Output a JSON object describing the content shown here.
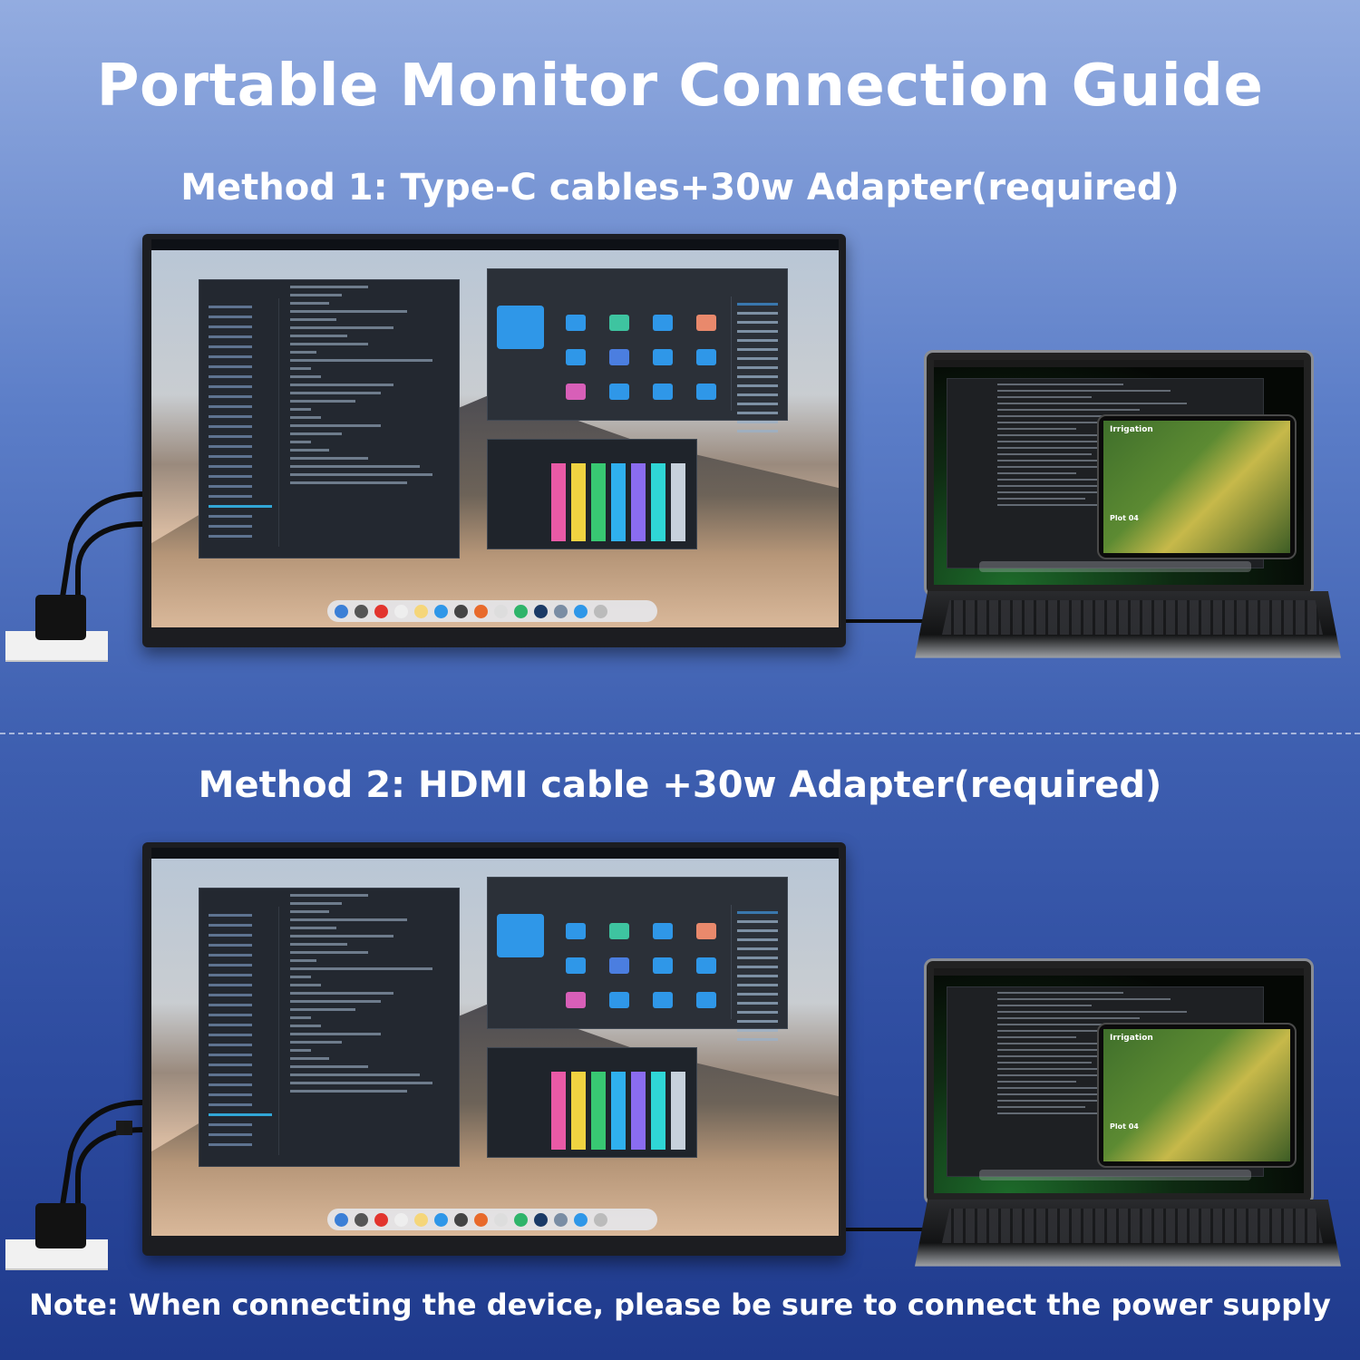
{
  "title": "Portable Monitor Connection Guide",
  "methods": [
    {
      "label": "Method 1: Type-C cables+30w Adapter(required)"
    },
    {
      "label": "Method 2: HDMI cable +30w Adapter(required)"
    }
  ],
  "note": "Note: When connecting the device, please be sure to connect the power supply",
  "tablet": {
    "title": "Irrigation",
    "plot": "Plot 04"
  },
  "colors": {
    "background_top": "#93ace0",
    "background_bottom": "#1f3a8c",
    "text": "#ffffff",
    "monitor_bezel": "#1c1d21"
  },
  "icons": [
    "power-adapter-icon",
    "usb-c-cable-icon",
    "hdmi-cable-icon"
  ]
}
